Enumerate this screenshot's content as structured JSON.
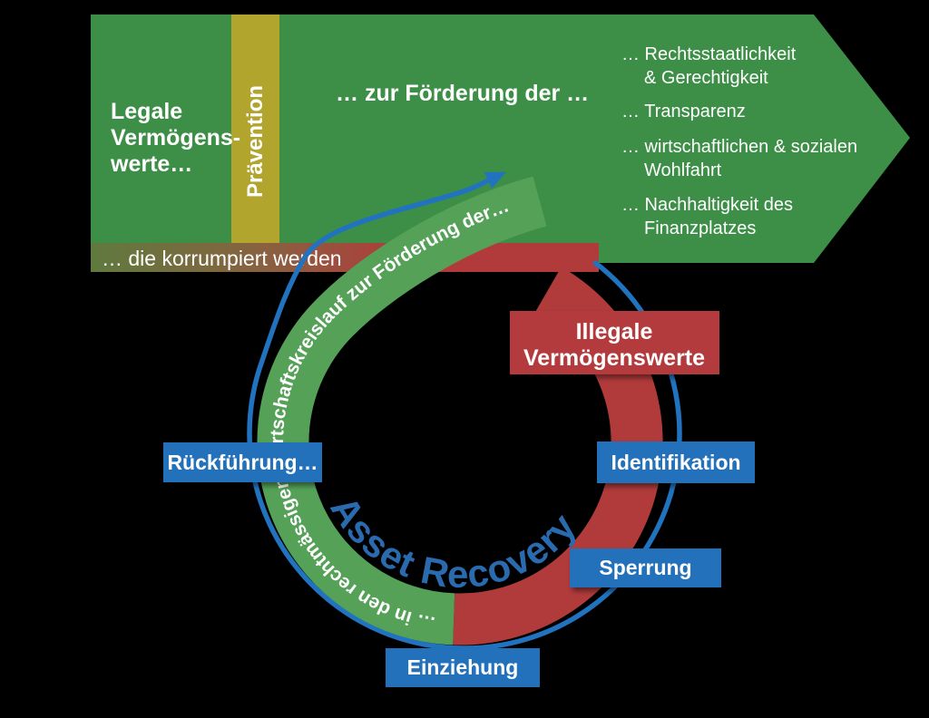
{
  "banner": {
    "legal_assets": {
      "line1": "Legale",
      "line2": "Vermögens-",
      "line3": "werte…"
    },
    "prevention_label": "Prävention",
    "promotion_heading": "… zur Förderung der …",
    "corrupted_label": "… die korrumpiert werden",
    "goals": [
      {
        "line1": "… Rechtsstaatlichkeit",
        "line2": "& Gerechtigkeit"
      },
      {
        "line1": "… Transparenz",
        "line2": ""
      },
      {
        "line1": "… wirtschaftlichen & sozialen",
        "line2": "Wohlfahrt"
      },
      {
        "line1": "… Nachhaltigkeit des",
        "line2": "Finanzplatzes"
      }
    ]
  },
  "cycle": {
    "illegal_assets": {
      "line1": "Illegale",
      "line2": "Vermögenswerte"
    },
    "steps": [
      "Identifikation",
      "Sperrung",
      "Einziehung",
      "Rückführung…"
    ],
    "asset_recovery_label": "Asset   Recovery",
    "green_arc_text_top": "Wirtschaftskreislauf zur Förderung der…",
    "green_arc_text_bottom": "… in den rechtmässigen"
  },
  "colors": {
    "background": "#000000",
    "banner_green": "#3E8E46",
    "band_green": "#54A157",
    "prevention_yellow": "#B1A52D",
    "red": "#B13B3B",
    "red_box": "#B33B3D",
    "blue_box": "#2471BA",
    "blue_line": "#2173BF",
    "asset_recovery_blue": "#2A6BB0",
    "strip_left": "#5F7A3E",
    "strip_mid": "#8A6040",
    "strip_right": "#B13B3B",
    "text_white": "#FFFFFF"
  }
}
